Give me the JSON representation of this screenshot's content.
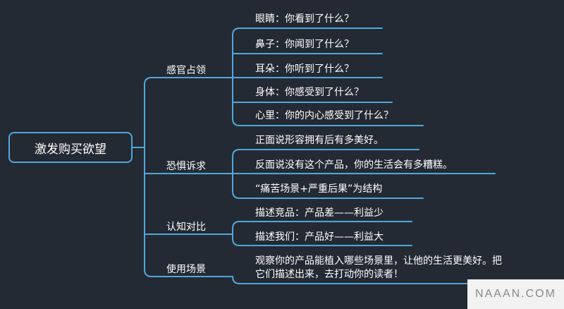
{
  "root": "激发购买欲望",
  "branches": [
    {
      "label": "感官占领",
      "leaves": [
        "眼睛：你看到了什么？",
        "鼻子：你闻到了什么？",
        "耳朵：你听到了什么？",
        "身体：你感受到了什么？",
        "心里：你的内心感受到了什么？"
      ]
    },
    {
      "label": "恐惧诉求",
      "leaves": [
        "正面说形容拥有后有多美好。",
        "反面说没有这个产品，你的生活会有多糟糕。",
        "“痛苦场景+严重后果”为结构"
      ]
    },
    {
      "label": "认知对比",
      "leaves": [
        "描述竞品：产品差——利益少",
        "描述我们：产品好——利益大"
      ]
    },
    {
      "label": "使用场景",
      "leaves": [
        "观察你的产品能植入哪些场景里，让他的生活更美好。把\n它们描述出来，去打动你的读者！"
      ]
    }
  ],
  "watermark": "NAAAN.COM",
  "colors": {
    "background": "#242a33",
    "line": "#4fa8dd",
    "text": "#ffffff"
  }
}
